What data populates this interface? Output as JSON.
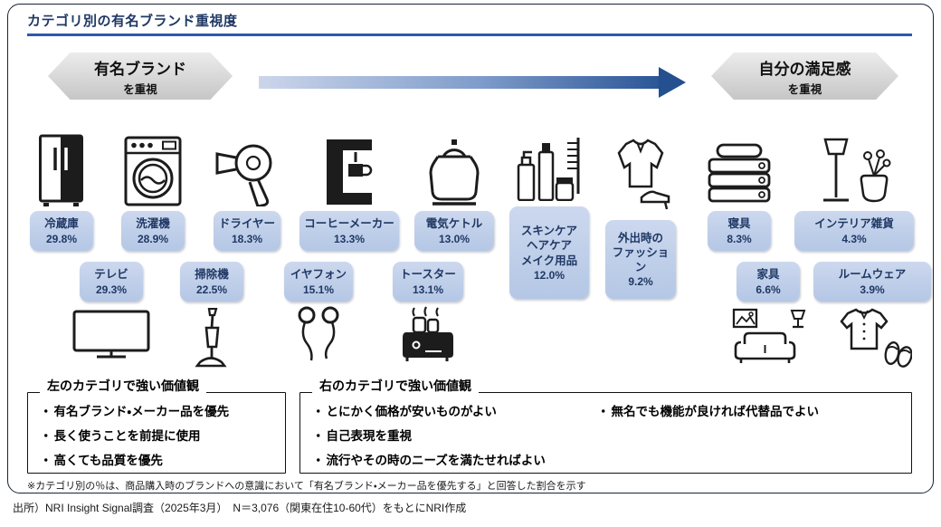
{
  "title": "カテゴリ別の有名ブランド重視度",
  "spectrum": {
    "left": {
      "main": "有名ブランド",
      "sub": "を重視"
    },
    "right": {
      "main": "自分の満足感",
      "sub": "を重視"
    }
  },
  "categories": [
    {
      "name": "冷蔵庫",
      "pct": "29.8%"
    },
    {
      "name": "洗濯機",
      "pct": "28.9%"
    },
    {
      "name": "ドライヤー",
      "pct": "18.3%"
    },
    {
      "name": "コーヒーメーカー",
      "pct": "13.3%"
    },
    {
      "name": "電気ケトル",
      "pct": "13.0%"
    },
    {
      "name": "スキンケア\nヘアケア\nメイク用品",
      "pct": "12.0%"
    },
    {
      "name": "外出時の\nファッション",
      "pct": "9.2%"
    },
    {
      "name": "寝具",
      "pct": "8.3%"
    },
    {
      "name": "インテリア雑貨",
      "pct": "4.3%"
    },
    {
      "name": "テレビ",
      "pct": "29.3%"
    },
    {
      "name": "掃除機",
      "pct": "22.5%"
    },
    {
      "name": "イヤフォン",
      "pct": "15.1%"
    },
    {
      "name": "トースター",
      "pct": "13.1%"
    },
    {
      "name": "家具",
      "pct": "6.6%"
    },
    {
      "name": "ルームウェア",
      "pct": "3.9%"
    }
  ],
  "value_boxes": {
    "left": {
      "header": "左のカテゴリで強い価値観",
      "bullets": [
        "有名ブランド・メーカー品を優先",
        "長く使うことを前提に使用",
        "高くても品質を優先"
      ]
    },
    "right": {
      "header": "右のカテゴリで強い価値観",
      "bullets_col1": [
        "とにかく価格が安いものがよい",
        "自己表現を重視",
        "流行やその時のニーズを満たせればよい"
      ],
      "bullets_col2": [
        "無名でも機能が良ければ代替品でよい"
      ]
    }
  },
  "footnote": "※カテゴリ別の％は、商品購入時のブランドへの意識において「有名ブランド・メーカー品を優先する」と回答した割合を示す",
  "source": "出所）NRI Insight Signal調査（2025年3月）　N＝3,076（関東在住10-60代）をもとにNRI作成",
  "icon_names": [
    "refrigerator-icon",
    "washing-machine-icon",
    "hair-dryer-icon",
    "coffee-maker-icon",
    "electric-kettle-icon",
    "cosmetics-icon",
    "outing-fashion-icon",
    "bedding-icon",
    "interior-goods-icon",
    "tv-icon",
    "vacuum-cleaner-icon",
    "earphones-icon",
    "toaster-icon",
    "furniture-icon",
    "roomwear-icon"
  ],
  "colors": {
    "title_navy": "#1f3864",
    "accent_blue": "#2e5aa8",
    "category_box_fill": "#bccde9",
    "category_box_text": "#1f3864",
    "arrow_gradient_start": "#ccd6ea",
    "arrow_gradient_end": "#2c5697",
    "spectrum_shape_gray": "#d6d6d6"
  },
  "chart_data": {
    "type": "bar",
    "title": "カテゴリ別の有名ブランド重視度",
    "unit": "%",
    "categories": [
      "冷蔵庫",
      "テレビ",
      "洗濯機",
      "掃除機",
      "ドライヤー",
      "イヤフォン",
      "コーヒーメーカー",
      "トースター",
      "電気ケトル",
      "スキンケア・ヘアケア・メイク用品",
      "外出時のファッション",
      "寝具",
      "家具",
      "インテリア雑貨",
      "ルームウェア"
    ],
    "values": [
      29.8,
      29.3,
      28.9,
      22.5,
      18.3,
      15.1,
      13.3,
      13.1,
      13.0,
      12.0,
      9.2,
      8.3,
      6.6,
      4.3,
      3.9
    ],
    "axis_spectrum": {
      "left": "有名ブランドを重視",
      "right": "自分の満足感を重視"
    },
    "note": "％＝商品購入時に「有名ブランド・メーカー品を優先する」と回答した割合"
  }
}
